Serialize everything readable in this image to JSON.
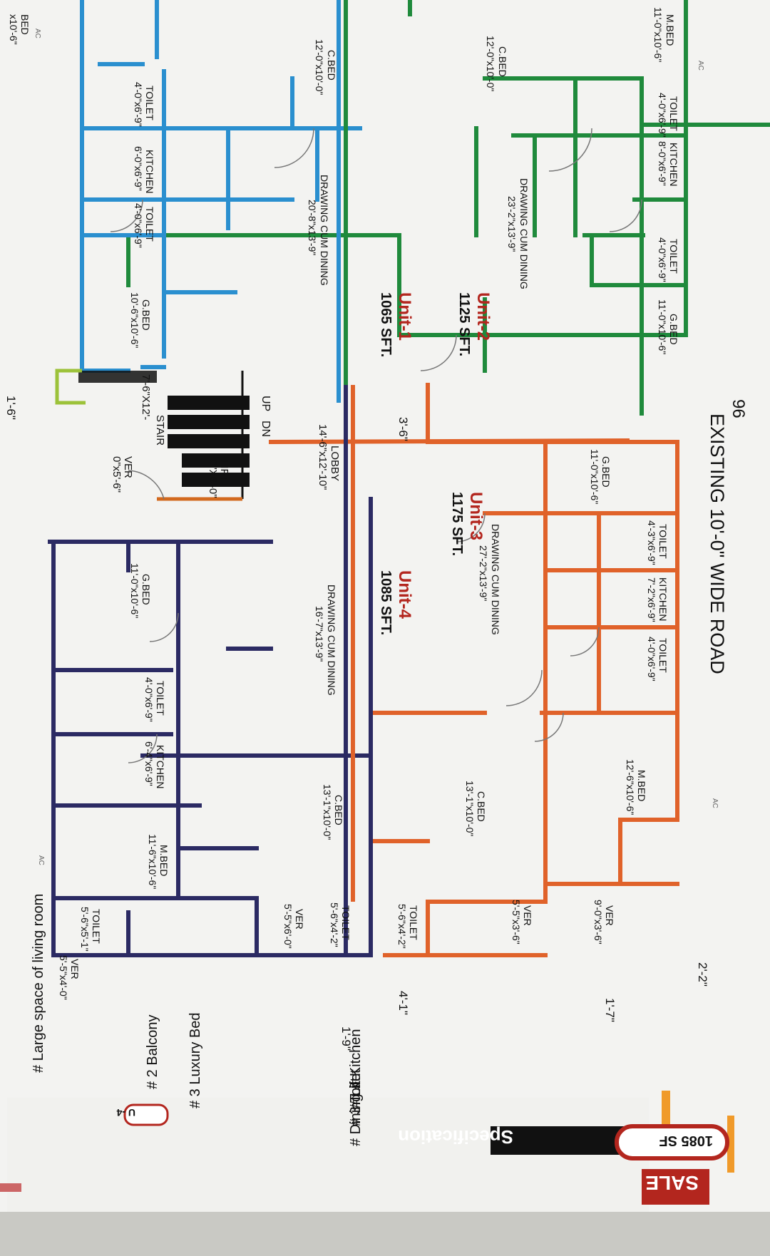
{
  "road": {
    "label": "EXISTING 10'-0\" WIDE ROAD",
    "top_number": "96"
  },
  "colors": {
    "unit1": "#2a8fcf",
    "unit2": "#1f8a3c",
    "unit3": "#e0622a",
    "unit4": "#2b2a63",
    "title": "#b3261e",
    "stair": "#9cc23a"
  },
  "units": [
    {
      "name": "Unit-1",
      "area": "1065 SFT.",
      "rooms": [
        {
          "name": "C.BED",
          "size": "12'-0\"x10'-0\""
        },
        {
          "name": "DRAWING CUM DINING",
          "size": "20'-8\"x13'-9\""
        },
        {
          "name": "G.BED",
          "size": "10'-6\"x10'-6\""
        },
        {
          "name": "TOILET",
          "size": "4'-0\"x6'-9\""
        },
        {
          "name": "KITCHEN",
          "size": "6'-0\"x6'-9\""
        },
        {
          "name": "TOILET",
          "size": "4'-0\"x6'-9\""
        },
        {
          "name": "BED",
          "size": "x10'-6\""
        }
      ]
    },
    {
      "name": "Unit-2",
      "area": "1125 SFT.",
      "rooms": [
        {
          "name": "M.BED",
          "size": "11'-0\"x10'-6\""
        },
        {
          "name": "C.BED",
          "size": "12'-0\"x10'-0\""
        },
        {
          "name": "TOILET",
          "size": "4'-0\"x6'-9\""
        },
        {
          "name": "KITCHEN",
          "size": "8'-0\"x6'-9\""
        },
        {
          "name": "TOILET",
          "size": "4'-0\"x6'-9\""
        },
        {
          "name": "DRAWING CUM DINING",
          "size": "23'-2\"x13'-9\""
        },
        {
          "name": "G.BED",
          "size": "11'-0\"x10'-6\""
        }
      ]
    },
    {
      "name": "Unit-3",
      "area": "1175 SFT.",
      "rooms": [
        {
          "name": "G.BED",
          "size": "11'-0\"x10'-6\""
        },
        {
          "name": "TOILET",
          "size": "4'-3\"x6'-9\""
        },
        {
          "name": "KITCHEN",
          "size": "7'-2\"x6'-9\""
        },
        {
          "name": "TOILET",
          "size": "4'-0\"x6'-9\""
        },
        {
          "name": "DRAWING CUM DINING",
          "size": "27'-2\"x13'-9\""
        },
        {
          "name": "M.BED",
          "size": "12'-6\"x10'-6\""
        },
        {
          "name": "C.BED",
          "size": "13'-1\"x10'-0\""
        },
        {
          "name": "TOILET",
          "size": "5'-6\"x4'-2\""
        },
        {
          "name": "VER",
          "size": "5'-5\"x3'-6\""
        },
        {
          "name": "VER",
          "size": "9'-0\"x3'-6\""
        }
      ]
    },
    {
      "name": "Unit-4",
      "area": "1085 SFT.",
      "rooms": [
        {
          "name": "DRAWING CUM DINING",
          "size": "16'-7\"x13'-9\""
        },
        {
          "name": "G.BED",
          "size": "11'-0\"x10'-6\""
        },
        {
          "name": "TOILET",
          "size": "4'-0\"x6'-9\""
        },
        {
          "name": "KITCHEN",
          "size": "6'-4\"x6'-9\""
        },
        {
          "name": "C.BED",
          "size": "13'-1\"x10'-0\""
        },
        {
          "name": "M.BED",
          "size": "11'-6\"x10'-6\""
        },
        {
          "name": "VER",
          "size": "5'-5\"x6'-0\""
        },
        {
          "name": "TOILET",
          "size": "5'-6\"x5'-1\""
        },
        {
          "name": "TOILET",
          "size": "5'-6\"x4'-2\""
        },
        {
          "name": "VER",
          "size": "5'-5\"x4'-0\""
        }
      ]
    }
  ],
  "common": {
    "lobby": {
      "name": "LOBBY",
      "size": "14'-6\"x12'-10\""
    },
    "lift": {
      "name": "LIFT",
      "size": "0\"X6'-0\""
    },
    "stair": {
      "name": "STAIR",
      "size": "7'-6\"X12'-"
    },
    "ver": {
      "name": "VER",
      "size": "0\"x5'-6\""
    },
    "up": "UP",
    "dn": "DN"
  },
  "dimensions": [
    "3'-6\"",
    "2'-2\"",
    "1'-7\"",
    "1'-9\"",
    "4'-1\"",
    "1'-6\""
  ],
  "ac_labels": [
    "AC",
    "AC",
    "AC",
    "AC"
  ],
  "spec": {
    "title": "Specification",
    "badge": "U -4",
    "items": [
      "# 3 Luxury Bed",
      "# 2 Balcony",
      "# Large space of living room",
      "# Dining & Kitchen",
      "# 3 Toilet",
      "# Lift"
    ],
    "area_badge": "1085 SF",
    "sale_label": "SALE"
  }
}
